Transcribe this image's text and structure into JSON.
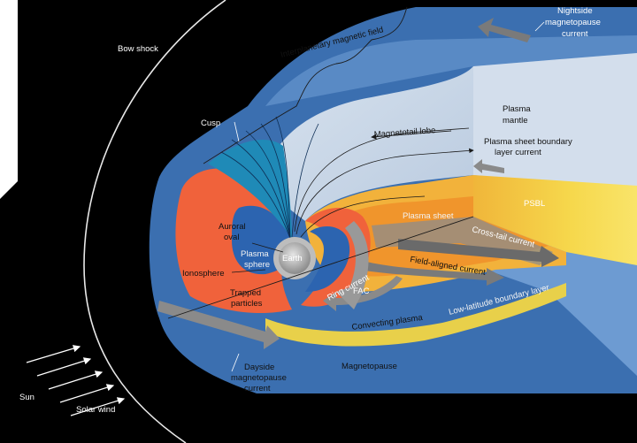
{
  "labels": {
    "bow_shock": "Bow shock",
    "interplanetary_field": "Interplanetary magnetic field",
    "nightside_current_1": "Nightside",
    "nightside_current_2": "magnetopause",
    "nightside_current_3": "current",
    "plasma_mantle_1": "Plasma",
    "plasma_mantle_2": "mantle",
    "cusp": "Cusp",
    "magnetotail_lobe": "Magnetotail lobe",
    "psbl_current_1": "Plasma sheet boundary",
    "psbl_current_2": "layer current",
    "psbl": "PSBL",
    "plasma_sheet": "Plasma sheet",
    "auroral_oval_1": "Auroral",
    "auroral_oval_2": "oval",
    "plasma_sphere_1": "Plasma",
    "plasma_sphere_2": "sphere",
    "earth": "Earth",
    "cross_tail": "Cross-tail current",
    "ionosphere": "Ionosphere",
    "fac": "FAC",
    "field_aligned": "Field-aligned current",
    "trapped_1": "Trapped",
    "trapped_2": "particles",
    "ring_current": "Ring current",
    "llbl": "Low-latitude boundary layer",
    "convecting": "Convecting plasma",
    "dayside_1": "Dayside",
    "dayside_2": "magnetopause",
    "dayside_3": "current",
    "magnetopause": "Magnetopause",
    "sun": "Sun",
    "solar_wind": "Solar wind"
  },
  "colors": {
    "space": "#000000",
    "magnetosheath": "#3d72b4",
    "sheath_light": "#6f9fd6",
    "lobe": "#cfdbe9",
    "plasma_sheet_orange": "#ef9a2c",
    "plasma_sheet_yellow": "#f5d94a",
    "ring_red": "#f0613a",
    "plasmasphere_blue": "#2f67b2",
    "cusp_teal": "#1c8fb8",
    "arrow_grey": "#6e6e6e"
  }
}
